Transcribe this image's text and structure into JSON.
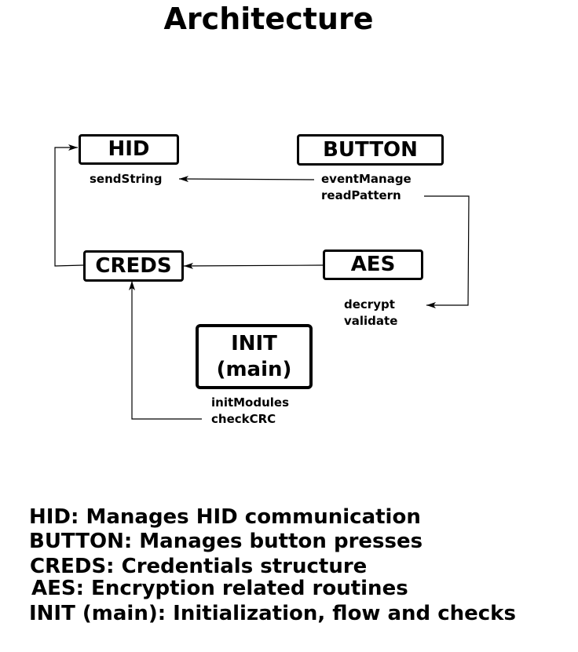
{
  "title": "Architecture",
  "modules": {
    "hid": {
      "label": "HID",
      "functions": [
        "sendString"
      ]
    },
    "button": {
      "label": "BUTTON",
      "functions": [
        "eventManage",
        "readPattern"
      ]
    },
    "creds": {
      "label": "CREDS",
      "functions": []
    },
    "aes": {
      "label": "AES",
      "functions": [
        "decrypt",
        "validate"
      ]
    },
    "init": {
      "label_line1": "INIT",
      "label_line2": "(main)",
      "functions": [
        "initModules",
        "checkCRC"
      ]
    }
  },
  "legend": [
    "HID: Manages HID communication",
    "BUTTON: Manages button presses",
    "CREDS: Credentials structure",
    "AES: Encryption related routines",
    "INIT (main): Initialization, flow and checks"
  ]
}
